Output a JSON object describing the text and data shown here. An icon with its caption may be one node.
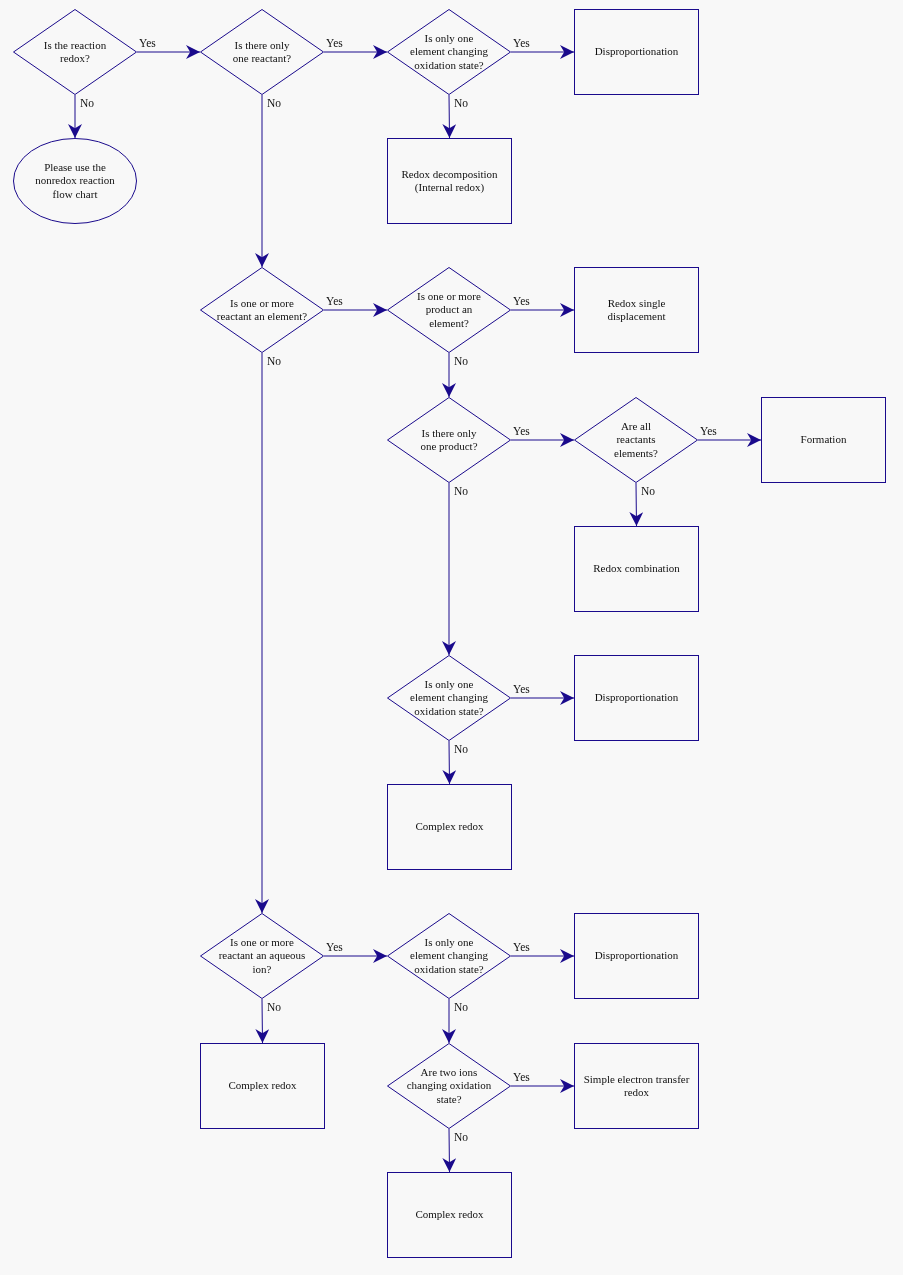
{
  "diagram": {
    "nodes": [
      {
        "text": [
          "Is the reaction redox?"
        ]
      },
      {
        "text": [
          "Please use the nonredox reaction flow chart"
        ]
      },
      {
        "text": [
          "Is there only one reactant?"
        ]
      },
      {
        "text": [
          "Is only one element changing oxidation state?"
        ]
      },
      {
        "text": [
          "Disproportionation"
        ]
      },
      {
        "text": [
          "Redox decomposition (Internal redox)"
        ]
      },
      {
        "text": [
          "Is one or more reactant an element?"
        ]
      },
      {
        "text": [
          "Is one or more product an element?"
        ]
      },
      {
        "text": [
          "Redox single displacement"
        ]
      },
      {
        "text": [
          "Is there only one product?"
        ]
      },
      {
        "text": [
          "Are all reactants elements?"
        ]
      },
      {
        "text": [
          "Formation"
        ]
      },
      {
        "text": [
          "Redox combination"
        ]
      },
      {
        "text": [
          "Is only one element changing oxidation state?"
        ]
      },
      {
        "text": [
          "Disproportionation"
        ]
      },
      {
        "text": [
          "Complex redox"
        ]
      },
      {
        "text": [
          "Is one or more reactant an aqueous ion?"
        ]
      },
      {
        "text": [
          "Is only one element changing oxidation state?"
        ]
      },
      {
        "text": [
          "Disproportionation"
        ]
      },
      {
        "text": [
          "Complex redox"
        ]
      },
      {
        "text": [
          "Are two ions changing oxidation state?"
        ]
      },
      {
        "text": [
          "Simple electron transfer redox"
        ]
      },
      {
        "text": [
          "Complex redox"
        ]
      }
    ],
    "edges": [
      {
        "from": 0,
        "to": 2,
        "arrow": "to",
        "label": "Yes"
      },
      {
        "from": 0,
        "to": 1,
        "arrow": "to",
        "label": "No"
      },
      {
        "from": 2,
        "to": 3,
        "arrow": "to",
        "label": "Yes"
      },
      {
        "from": 2,
        "to": 6,
        "arrow": "to",
        "label": "No"
      },
      {
        "from": 3,
        "to": 4,
        "arrow": "to",
        "label": "Yes"
      },
      {
        "from": 3,
        "to": 5,
        "arrow": "to",
        "label": "No"
      },
      {
        "from": 6,
        "to": 7,
        "arrow": "to",
        "label": "Yes"
      },
      {
        "from": 6,
        "to": 16,
        "arrow": "to",
        "label": "No"
      },
      {
        "from": 7,
        "to": 8,
        "arrow": "to",
        "label": "Yes"
      },
      {
        "from": 7,
        "to": 9,
        "arrow": "to",
        "label": "No"
      },
      {
        "from": 9,
        "to": 10,
        "arrow": "to",
        "label": "Yes"
      },
      {
        "from": 9,
        "to": 13,
        "arrow": "to",
        "label": "No"
      },
      {
        "from": 10,
        "to": 11,
        "arrow": "to",
        "label": "Yes"
      },
      {
        "from": 10,
        "to": 12,
        "arrow": "to",
        "label": "No"
      },
      {
        "from": 13,
        "to": 14,
        "arrow": "to",
        "label": "Yes"
      },
      {
        "from": 13,
        "to": 15,
        "arrow": "to",
        "label": "No"
      },
      {
        "from": 16,
        "to": 17,
        "arrow": "to",
        "label": "Yes"
      },
      {
        "from": 16,
        "to": 19,
        "arrow": "to",
        "label": "No"
      },
      {
        "from": 17,
        "to": 18,
        "arrow": "to",
        "label": "Yes"
      },
      {
        "from": 17,
        "to": 20,
        "arrow": "to",
        "label": "No"
      },
      {
        "from": 20,
        "to": 21,
        "arrow": "to",
        "label": "Yes"
      },
      {
        "from": 20,
        "to": 22,
        "arrow": "to",
        "label": "No"
      }
    ]
  }
}
